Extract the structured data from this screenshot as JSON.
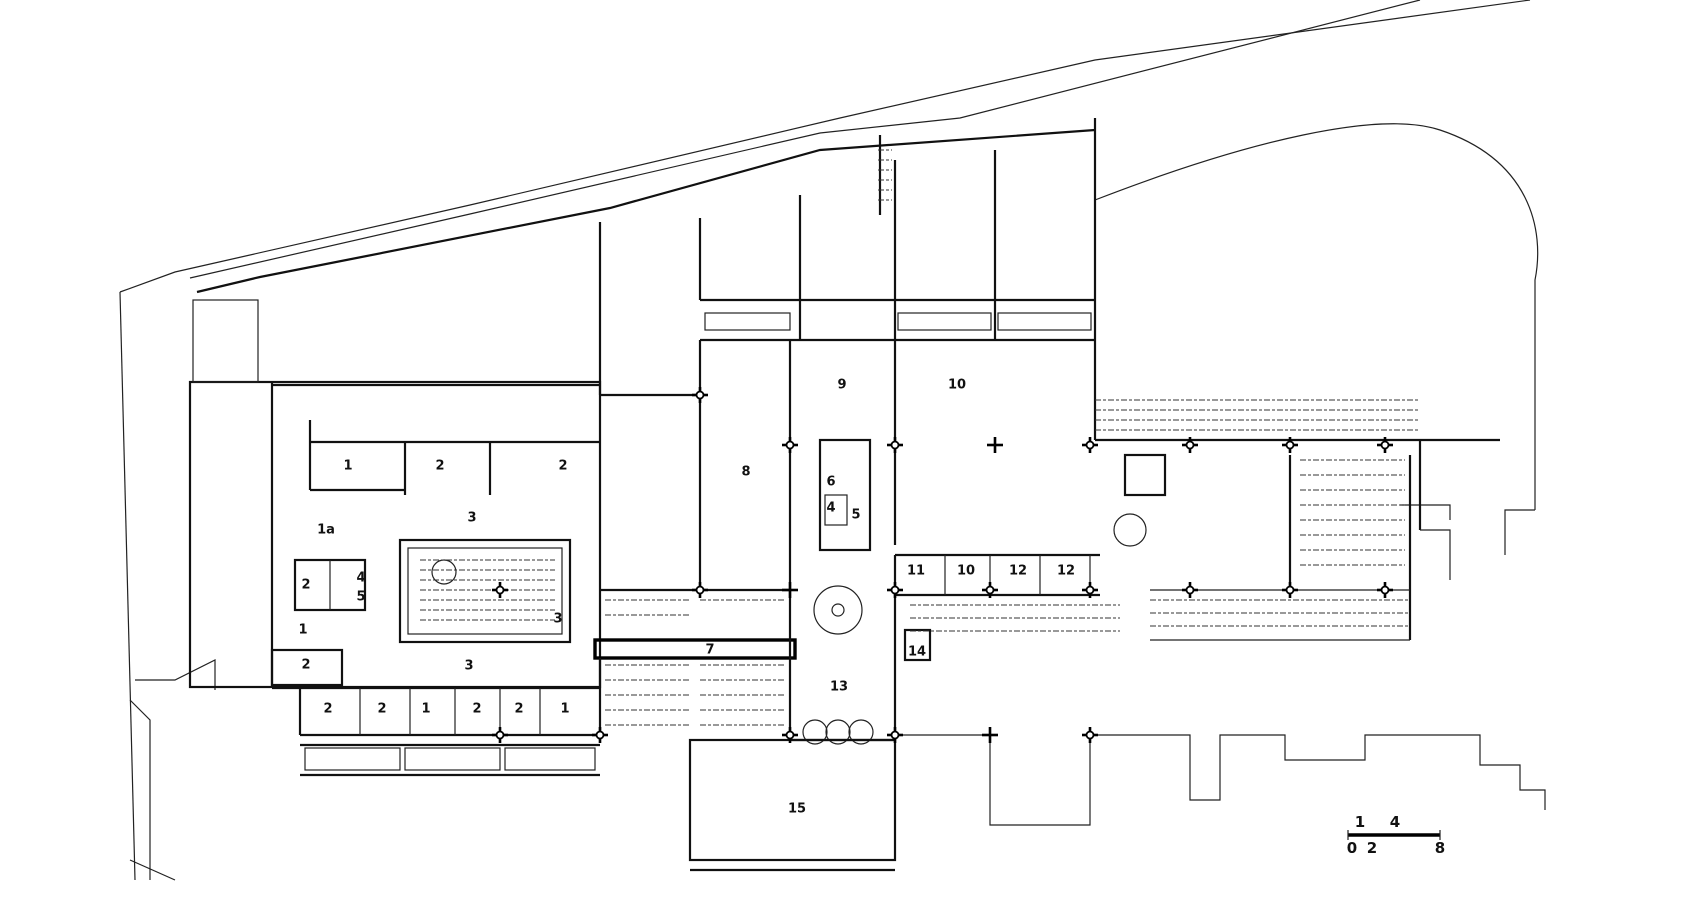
{
  "room_labels": [
    "1",
    "2",
    "2",
    "1a",
    "3",
    "2",
    "4",
    "5",
    "1",
    "2",
    "3",
    "3",
    "2",
    "2",
    "1",
    "2",
    "2",
    "1",
    "9",
    "10",
    "8",
    "6",
    "4",
    "5",
    "11",
    "10",
    "12",
    "12",
    "7",
    "14",
    "13",
    "15"
  ],
  "scale_bar": {
    "top": [
      "1",
      "4"
    ],
    "bottom": [
      "0",
      "2",
      "8"
    ]
  },
  "colors": {
    "ink": "#111111",
    "paper": "#ffffff"
  }
}
